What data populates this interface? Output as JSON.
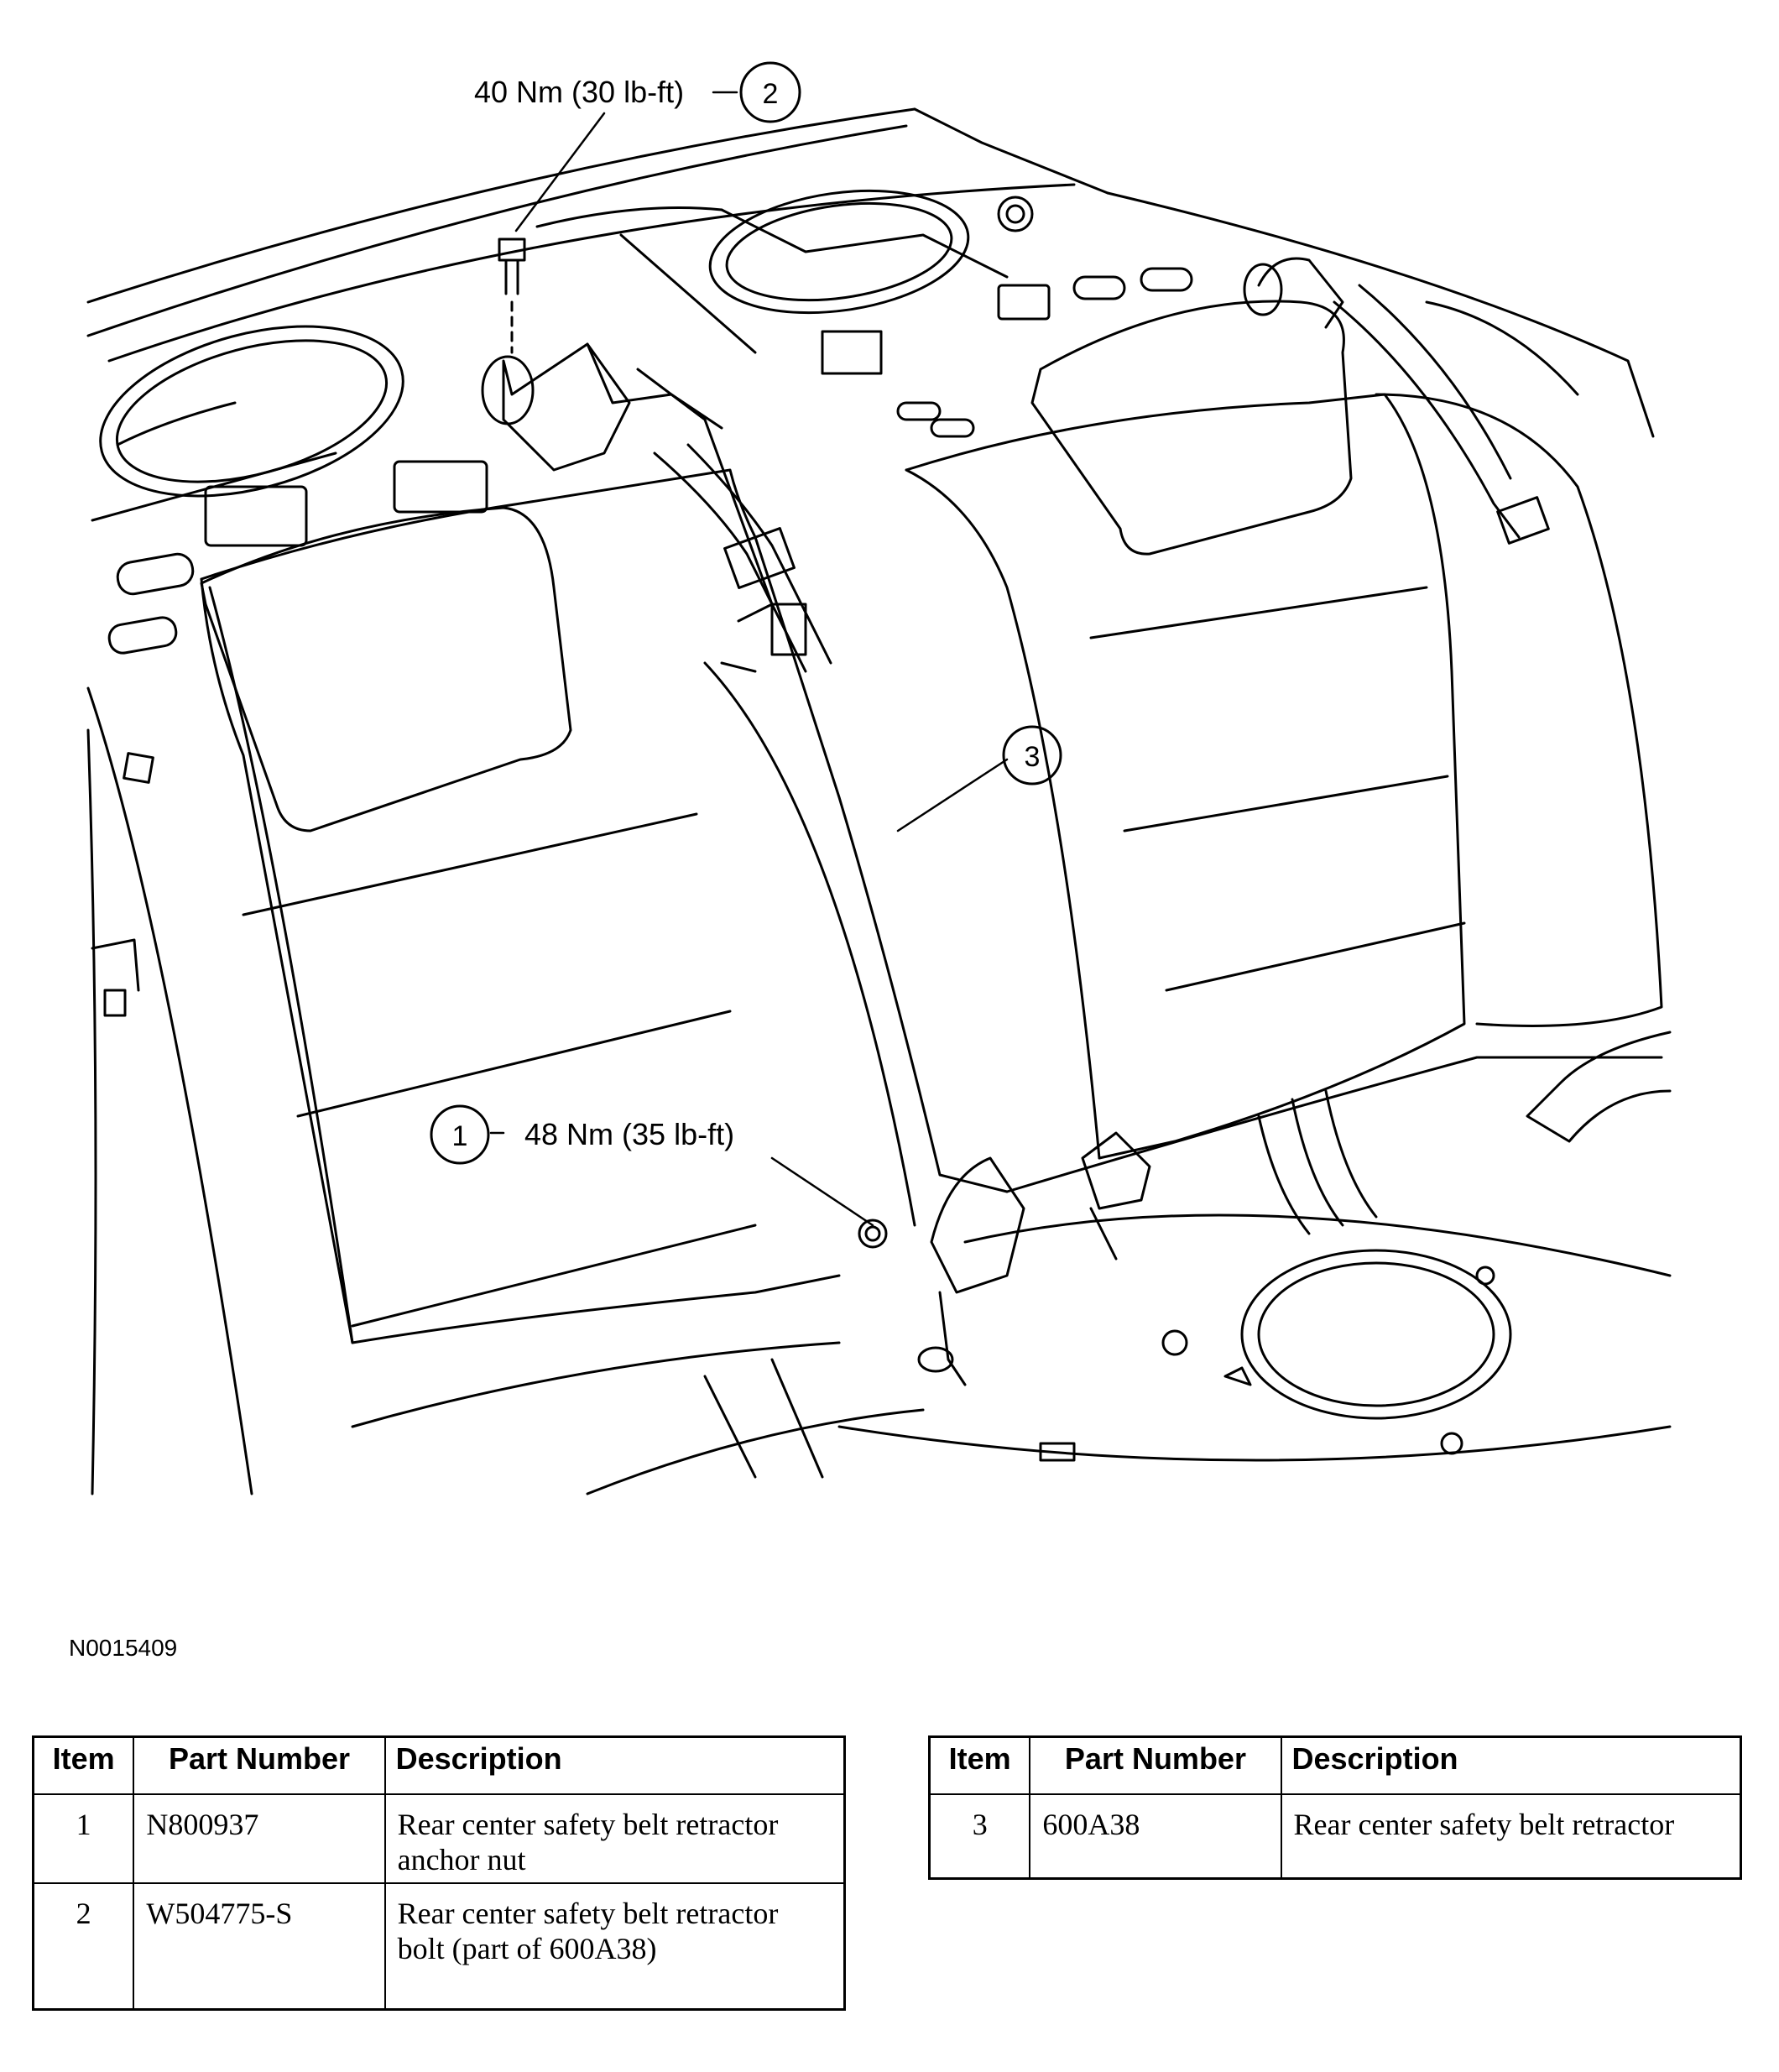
{
  "figure_id": "N0015409",
  "callouts": [
    {
      "number": "2",
      "torque": "40 Nm (30 lb-ft)"
    },
    {
      "number": "3",
      "torque": ""
    },
    {
      "number": "1",
      "torque": "48 Nm (35 lb-ft)"
    }
  ],
  "table_headers": {
    "item": "Item",
    "part_number": "Part Number",
    "description": "Description"
  },
  "parts_left": [
    {
      "item": "1",
      "part_number": "N800937",
      "description": "Rear center safety belt retractor anchor nut"
    },
    {
      "item": "2",
      "part_number": "W504775-S",
      "description": "Rear center safety belt retractor bolt (part of 600A38)"
    }
  ],
  "parts_right": [
    {
      "item": "3",
      "part_number": "600A38",
      "description": "Rear center safety belt retractor"
    }
  ]
}
